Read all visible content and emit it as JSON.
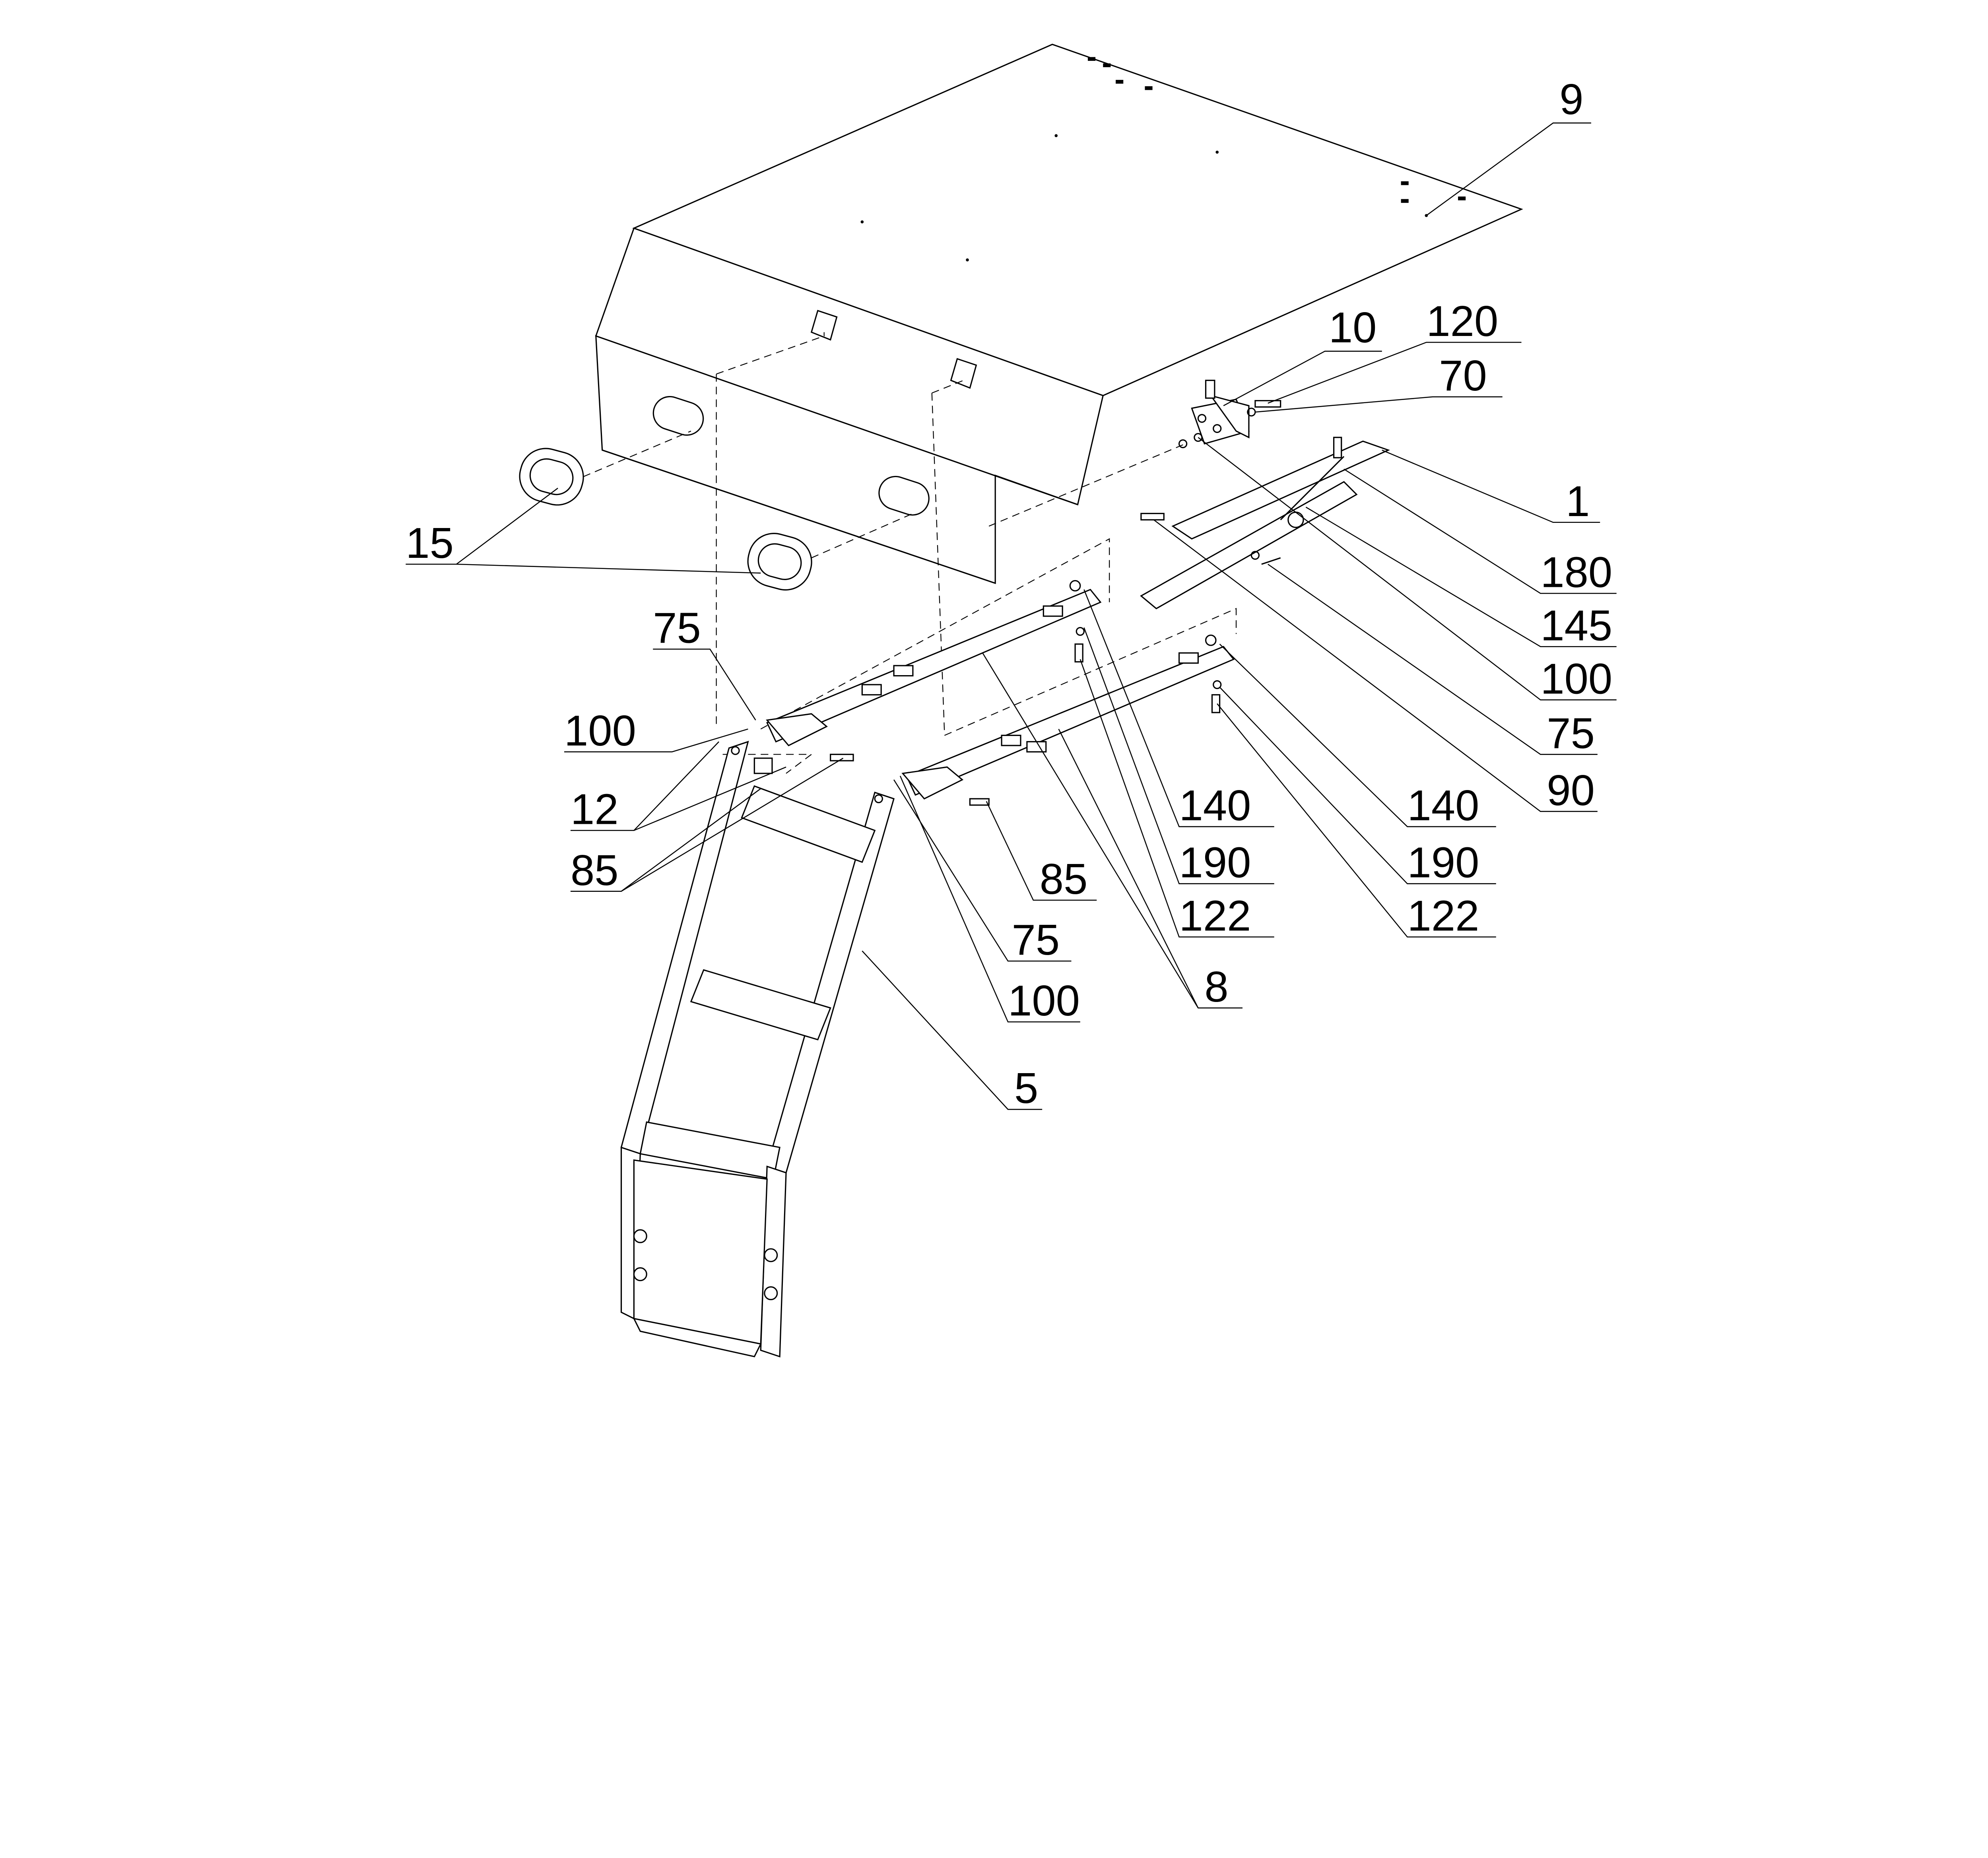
{
  "drawing": {
    "callouts": {
      "c9": "9",
      "c10": "10",
      "c120": "120",
      "c70": "70",
      "c1": "1",
      "c180": "180",
      "c145": "145",
      "c100r": "100",
      "c75r": "75",
      "c90": "90",
      "c15": "15",
      "c75l": "75",
      "c100l": "100",
      "c12": "12",
      "c85l": "85",
      "c140a": "140",
      "c190a": "190",
      "c122a": "122",
      "c140b": "140",
      "c190b": "190",
      "c122b": "122",
      "c85m": "85",
      "c75m": "75",
      "c100m": "100",
      "c8": "8",
      "c5": "5"
    }
  }
}
